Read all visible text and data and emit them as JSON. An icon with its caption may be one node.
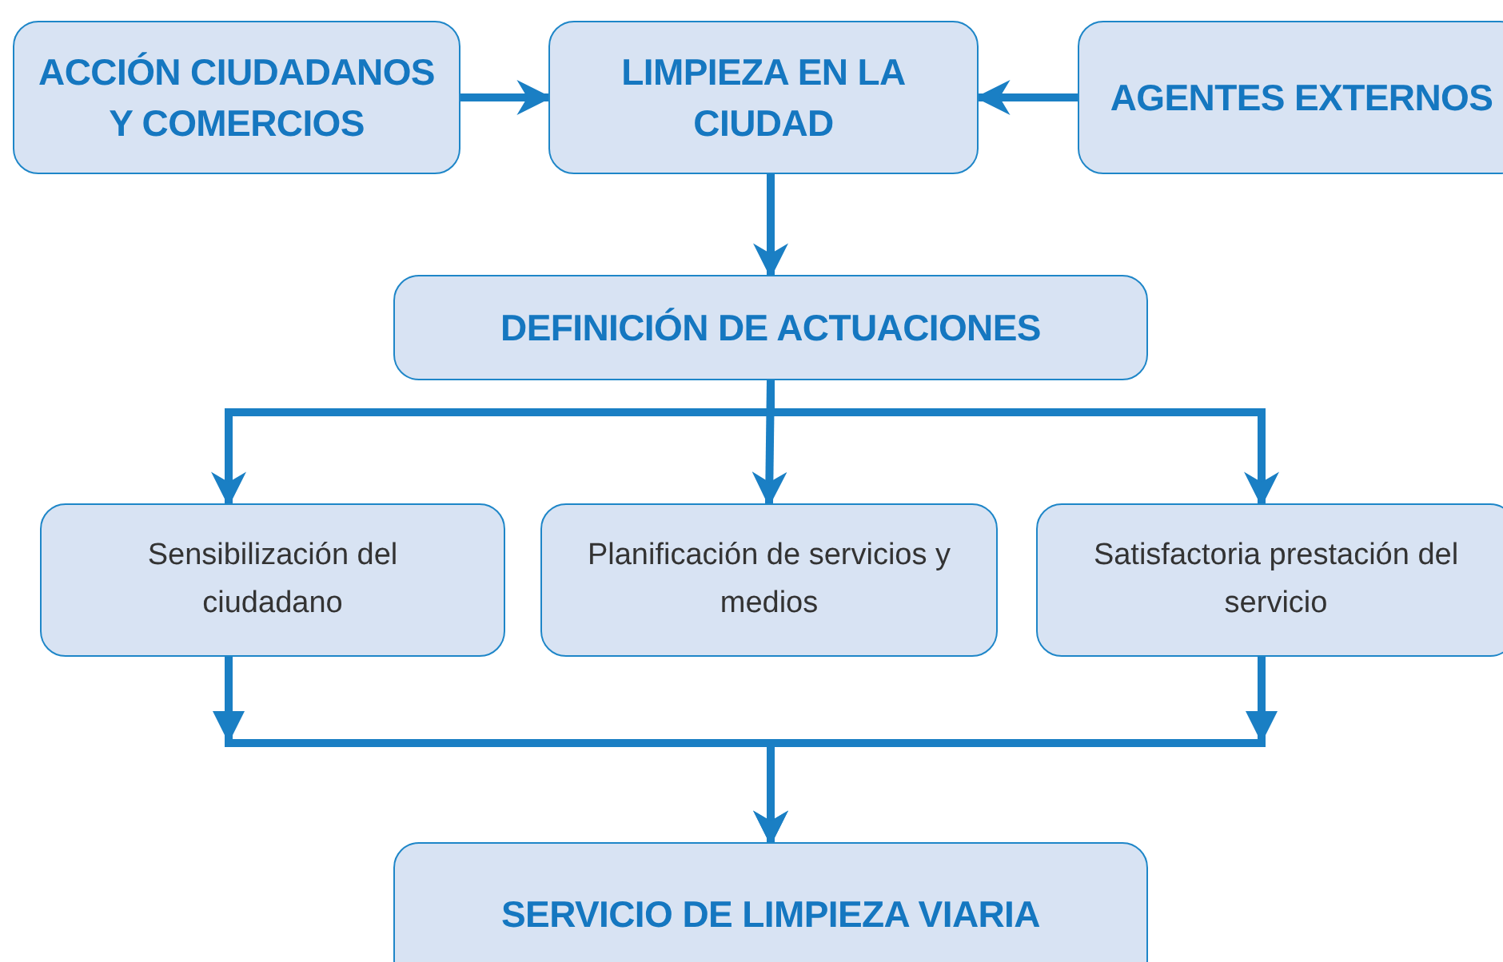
{
  "diagram": {
    "nodes": [
      {
        "text": [
          "ACCIÓN CIUDADANOS Y COMERCIOS"
        ]
      },
      {
        "text": [
          "LIMPIEZA EN LA CIUDAD"
        ]
      },
      {
        "text": [
          "AGENTES EXTERNOS"
        ]
      },
      {
        "text": [
          "DEFINICIÓN DE ACTUACIONES"
        ]
      },
      {
        "text": [
          "Sensibilización del ciudadano"
        ]
      },
      {
        "text": [
          "Planificación de servicios y medios"
        ]
      },
      {
        "text": [
          "Satisfactoria prestación del servicio"
        ]
      },
      {
        "text": [
          "SERVICIO DE LIMPIEZA VIARIA"
        ]
      }
    ],
    "edges": [
      {
        "from": 0,
        "to": 1,
        "arrow": "to"
      },
      {
        "from": 2,
        "to": 1,
        "arrow": "to"
      },
      {
        "from": 1,
        "to": 3,
        "arrow": "to"
      },
      {
        "from": 3,
        "to": 4,
        "arrow": "to"
      },
      {
        "from": 3,
        "to": 5,
        "arrow": "to"
      },
      {
        "from": 3,
        "to": 6,
        "arrow": "to"
      },
      {
        "from": 4,
        "to": 7,
        "arrow": "to"
      },
      {
        "from": 6,
        "to": 7,
        "arrow": "to"
      }
    ]
  }
}
